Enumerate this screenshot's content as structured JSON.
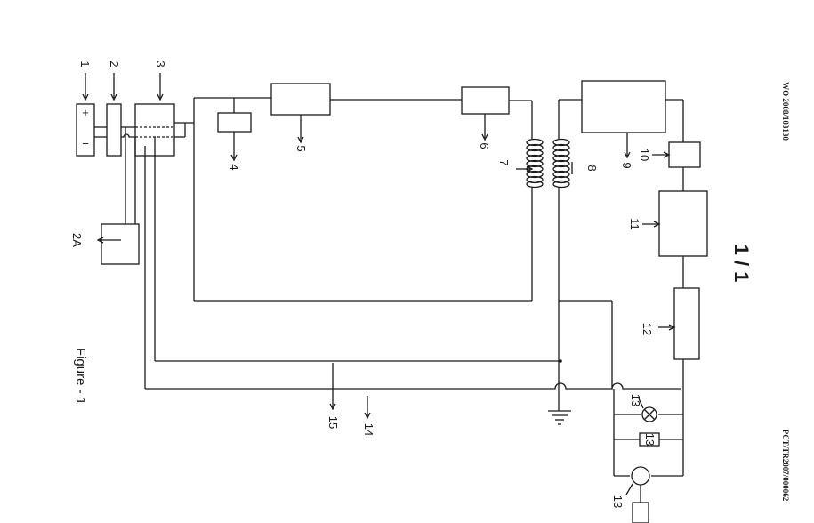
{
  "header": {
    "publication": "WO 2008/103130",
    "application": "PCT/TR2007/000062",
    "sheet": "1 / 1"
  },
  "figure_title": "Figure - 1",
  "battery": {
    "plus": "+",
    "minus": "−"
  },
  "labels": {
    "l1": "1",
    "l2": "2",
    "l2a": "2A",
    "l3": "3",
    "l4": "4",
    "l5": "5",
    "l6": "6",
    "l7": "7",
    "l8": "8",
    "l9": "9",
    "l10": "10",
    "l11": "11",
    "l12": "12",
    "l13a": "13",
    "l13b": "13",
    "l13c": "13",
    "l14": "14",
    "l15": "15"
  }
}
